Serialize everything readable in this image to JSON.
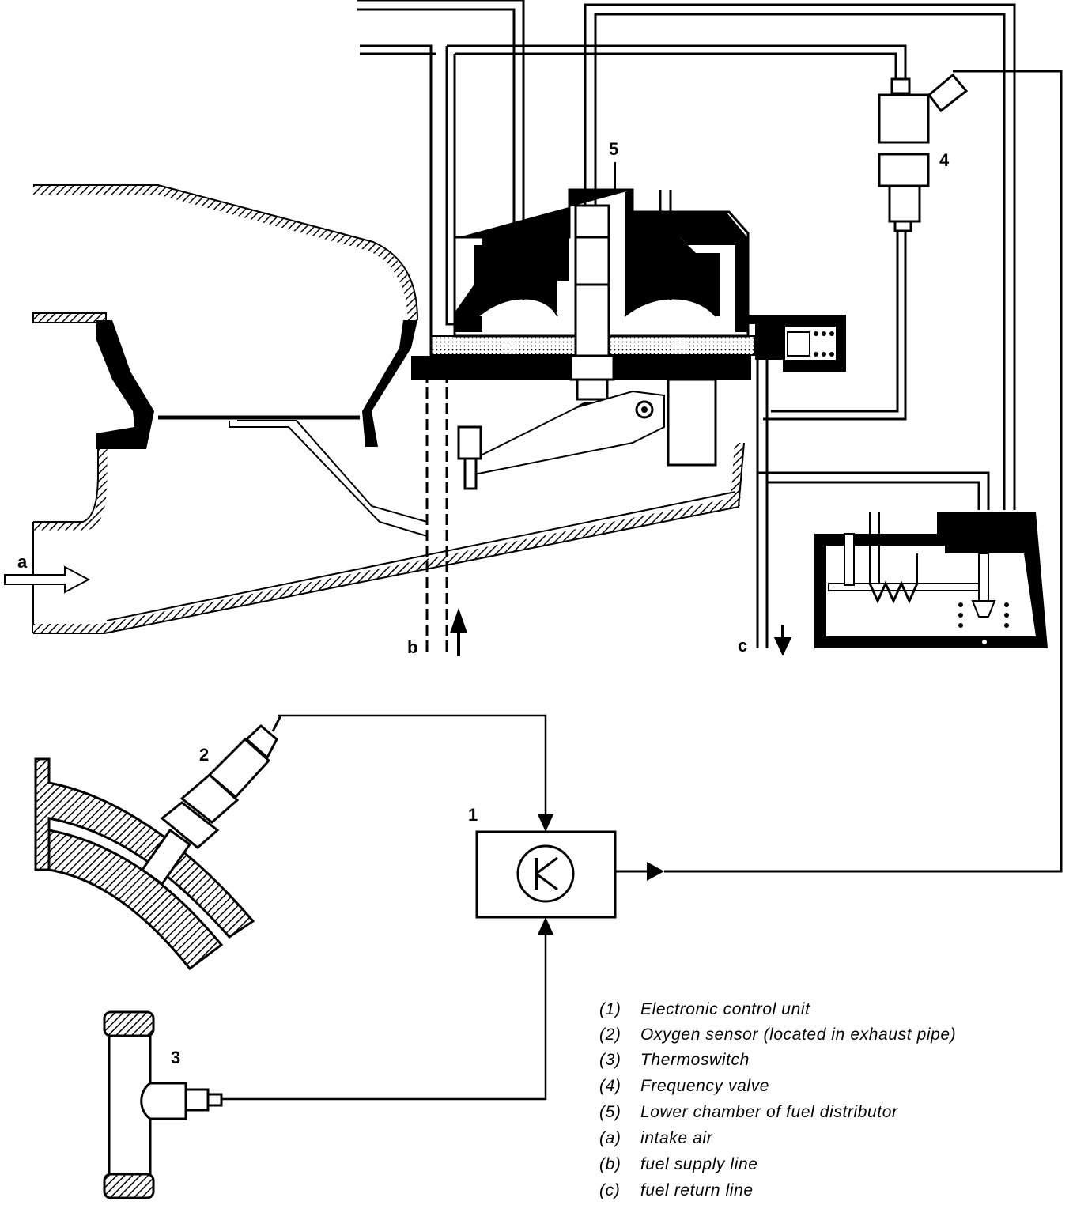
{
  "labels": {
    "n1": "1",
    "n2": "2",
    "n3": "3",
    "n4": "4",
    "n5": "5",
    "a": "a",
    "b": "b",
    "c": "c"
  },
  "legend": [
    {
      "code": "(1)",
      "text": "Electronic control unit"
    },
    {
      "code": "(2)",
      "text": "Oxygen sensor (located in exhaust pipe)"
    },
    {
      "code": "(3)",
      "text": "Thermoswitch"
    },
    {
      "code": "(4)",
      "text": "Frequency valve"
    },
    {
      "code": "(5)",
      "text": "Lower chamber of fuel distributor"
    },
    {
      "code": "(a)",
      "text": "intake air"
    },
    {
      "code": "(b)",
      "text": "fuel supply line"
    },
    {
      "code": "(c)",
      "text": "fuel return line"
    }
  ]
}
